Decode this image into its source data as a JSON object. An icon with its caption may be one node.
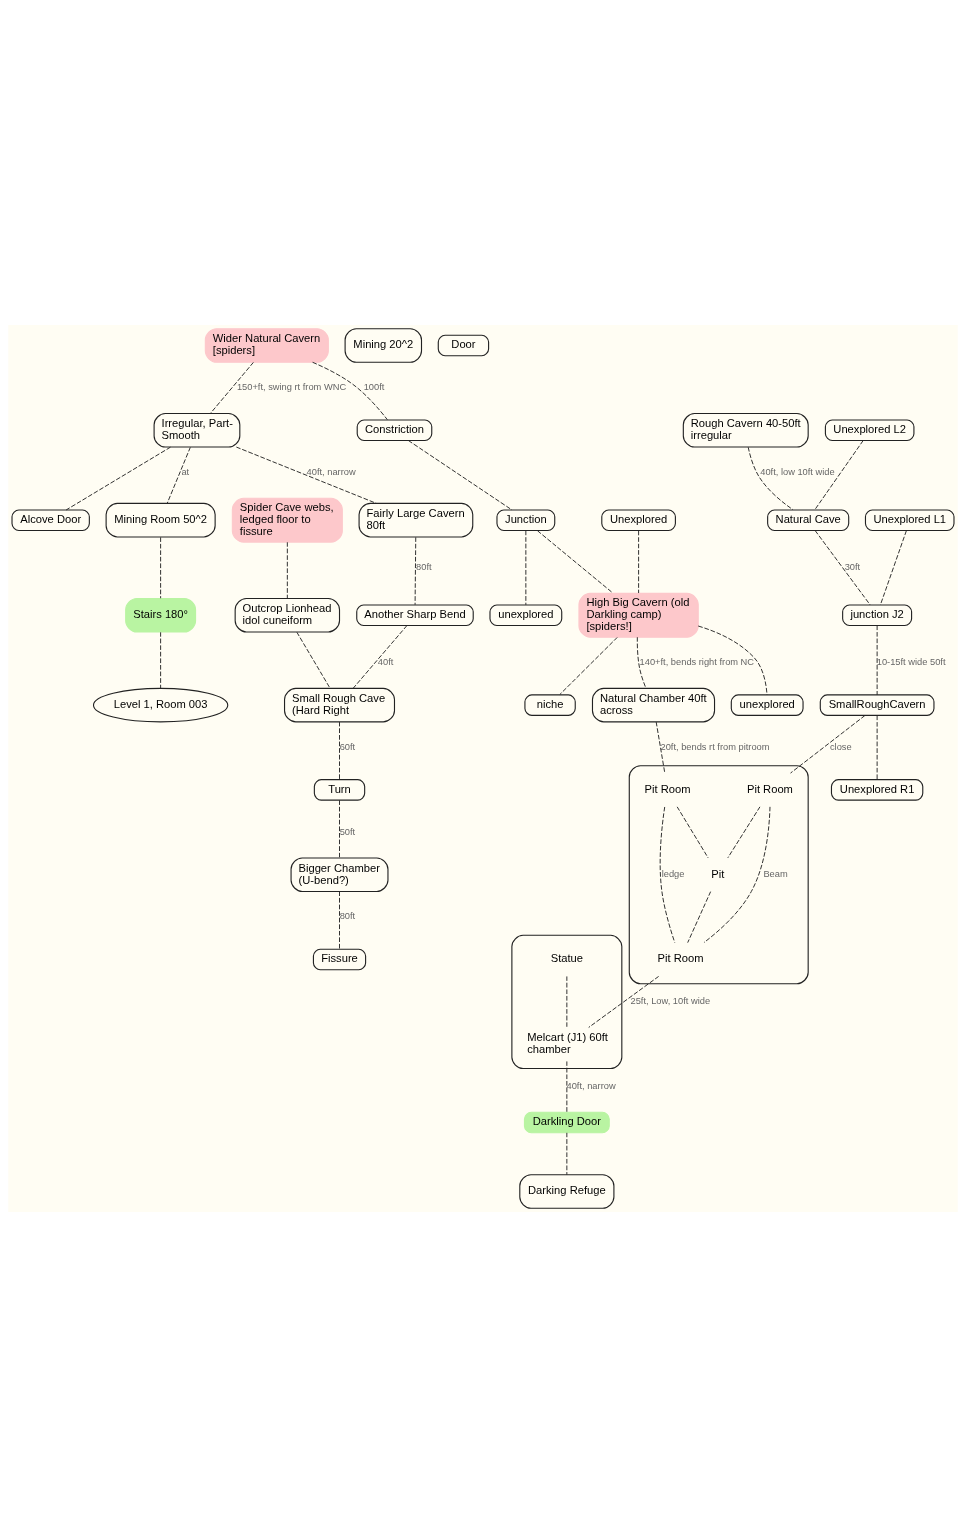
{
  "diagram": {
    "nodes": [
      {
        "text": [
          "Wider Natural Cavern [spiders]"
        ]
      },
      {
        "text": [
          "Irregular, Part-Smooth"
        ]
      },
      {
        "text": [
          "Alcove Door"
        ]
      },
      {
        "text": [
          "Mining Room 50^2"
        ]
      },
      {
        "text": [
          "Mining 20^2"
        ]
      },
      {
        "text": [
          "Stairs 180°"
        ]
      },
      {
        "text": [
          "Level 1, Room 003"
        ]
      },
      {
        "text": [
          "Fairly Large Cavern 80ft"
        ]
      },
      {
        "text": [
          "Another Sharp Bend"
        ]
      },
      {
        "text": [
          "Spider Cave webs, ledged floor to fissure"
        ]
      },
      {
        "text": [
          "Outcrop Lionhead idol cuneiform"
        ]
      },
      {
        "text": [
          "Small Rough Cave (Hard Right"
        ]
      },
      {
        "text": [
          "Turn"
        ]
      },
      {
        "text": [
          "Bigger Chamber (U-bend?)"
        ]
      },
      {
        "text": [
          "Fissure"
        ]
      },
      {
        "text": [
          "Rough Cavern 40-50ft irregular"
        ]
      },
      {
        "text": [
          "Unexplored L2"
        ]
      },
      {
        "text": [
          "Natural Cave"
        ]
      },
      {
        "text": [
          "Unexplored L1"
        ]
      },
      {
        "text": [
          "junction J2"
        ]
      },
      {
        "text": [
          "SmallRoughCavern"
        ]
      },
      {
        "text": [
          "Unexplored R1"
        ]
      },
      {
        "text": [
          "Constriction"
        ]
      },
      {
        "text": [
          "Door"
        ]
      },
      {
        "text": [
          "Junction"
        ]
      },
      {
        "text": [
          "unexplored"
        ]
      },
      {
        "text": [
          "High Big Cavern (old Darkling camp) [spiders!]"
        ]
      },
      {
        "text": [
          "Unexplored"
        ]
      },
      {
        "text": [
          "unexplored"
        ]
      },
      {
        "text": [
          "niche"
        ]
      },
      {
        "text": [
          "Natural Chamber 40ft across"
        ]
      },
      {
        "text": [],
        "shape": "box"
      },
      {
        "text": [
          "Pit Room"
        ],
        "in": 31
      },
      {
        "text": [
          "Pit Room"
        ],
        "in": 31
      },
      {
        "text": [
          "Pit"
        ],
        "in": 31
      },
      {
        "text": [
          "Pit Room"
        ],
        "in": 31
      },
      {
        "text": [],
        "shape": "box"
      },
      {
        "text": [
          "Statue"
        ],
        "in": 36
      },
      {
        "text": [
          "Melcart (J1) 60ft chamber"
        ],
        "in": 36
      },
      {
        "text": [
          "Darkling Door"
        ]
      },
      {
        "text": [
          "Darking Refuge"
        ]
      }
    ],
    "edges": [
      {
        "from": 0,
        "to": 1,
        "arrow": "none",
        "style": "dashed",
        "label": "150+ft, swing rt from WNC"
      },
      {
        "from": 0,
        "to": 22,
        "arrow": "none",
        "style": "dashed",
        "label": "100ft"
      },
      {
        "from": 22,
        "to": 24,
        "arrow": "none",
        "style": "dashed"
      },
      {
        "from": 24,
        "to": 25,
        "arrow": "none",
        "style": "dashed"
      },
      {
        "from": 24,
        "to": 26,
        "arrow": "none",
        "style": "dashed"
      },
      {
        "from": 27,
        "to": 26,
        "arrow": "none",
        "style": "dashed"
      },
      {
        "from": 26,
        "to": 28,
        "arrow": "none",
        "style": "dashed"
      },
      {
        "from": 26,
        "to": 29,
        "arrow": "none",
        "style": "dashed"
      },
      {
        "from": 26,
        "to": 30,
        "arrow": "none",
        "style": "dashed",
        "label": "140+ft, bends right from NC"
      },
      {
        "from": 30,
        "to": 32,
        "arrow": "none",
        "style": "dashed",
        "label": "20ft, bends rt from pitroom"
      },
      {
        "from": 1,
        "to": 2,
        "arrow": "none",
        "style": "dashed"
      },
      {
        "from": 1,
        "to": 3,
        "arrow": "none",
        "style": "dashed",
        "label": "at"
      },
      {
        "from": 3,
        "to": 5,
        "arrow": "none",
        "style": "dashed"
      },
      {
        "from": 5,
        "to": 6,
        "arrow": "none",
        "style": "dashed"
      },
      {
        "from": 1,
        "to": 7,
        "arrow": "none",
        "style": "dashed",
        "label": "40ft, narrow"
      },
      {
        "from": 7,
        "to": 8,
        "arrow": "none",
        "style": "dashed",
        "label": "80ft"
      },
      {
        "from": 8,
        "to": 11,
        "arrow": "none",
        "style": "dashed",
        "label": "40ft"
      },
      {
        "from": 9,
        "to": 10,
        "arrow": "none",
        "style": "dashed"
      },
      {
        "from": 10,
        "to": 11,
        "arrow": "none",
        "style": "dashed"
      },
      {
        "from": 11,
        "to": 12,
        "arrow": "none",
        "style": "dashed",
        "label": "60ft"
      },
      {
        "from": 12,
        "to": 13,
        "arrow": "none",
        "style": "dashed",
        "label": "50ft"
      },
      {
        "from": 13,
        "to": 14,
        "arrow": "none",
        "style": "dashed",
        "label": "80ft"
      },
      {
        "from": 15,
        "to": 17,
        "arrow": "none",
        "style": "dashed",
        "label": "40ft, low 10ft wide"
      },
      {
        "from": 16,
        "to": 17,
        "arrow": "none",
        "style": "dashed"
      },
      {
        "from": 17,
        "to": 19,
        "arrow": "none",
        "style": "dashed",
        "label": "30ft"
      },
      {
        "from": 18,
        "to": 19,
        "arrow": "none",
        "style": "dashed"
      },
      {
        "from": 19,
        "to": 20,
        "arrow": "none",
        "style": "dashed",
        "label": "10-15ft wide 50ft"
      },
      {
        "from": 20,
        "to": 21,
        "arrow": "none",
        "style": "dashed"
      },
      {
        "from": 20,
        "to": 33,
        "arrow": "none",
        "style": "dashed",
        "label": "close"
      },
      {
        "from": 32,
        "to": 34,
        "arrow": "none",
        "style": "dashed"
      },
      {
        "from": 33,
        "to": 34,
        "arrow": "none",
        "style": "dashed"
      },
      {
        "from": 34,
        "to": 35,
        "arrow": "none",
        "style": "dashed"
      },
      {
        "from": 32,
        "to": 35,
        "arrow": "none",
        "style": "dashed",
        "label": "ledge"
      },
      {
        "from": 33,
        "to": 35,
        "arrow": "none",
        "style": "dashed",
        "label": "Beam"
      },
      {
        "from": 35,
        "to": 38,
        "arrow": "none",
        "style": "dashed",
        "label": "25ft, Low, 10ft wide"
      },
      {
        "from": 37,
        "to": 38,
        "arrow": "none",
        "style": "dashed"
      },
      {
        "from": 38,
        "to": 39,
        "arrow": "none",
        "style": "dashed",
        "label": "40ft, narrow"
      },
      {
        "from": 39,
        "to": 40,
        "arrow": "none",
        "style": "dashed"
      }
    ]
  }
}
